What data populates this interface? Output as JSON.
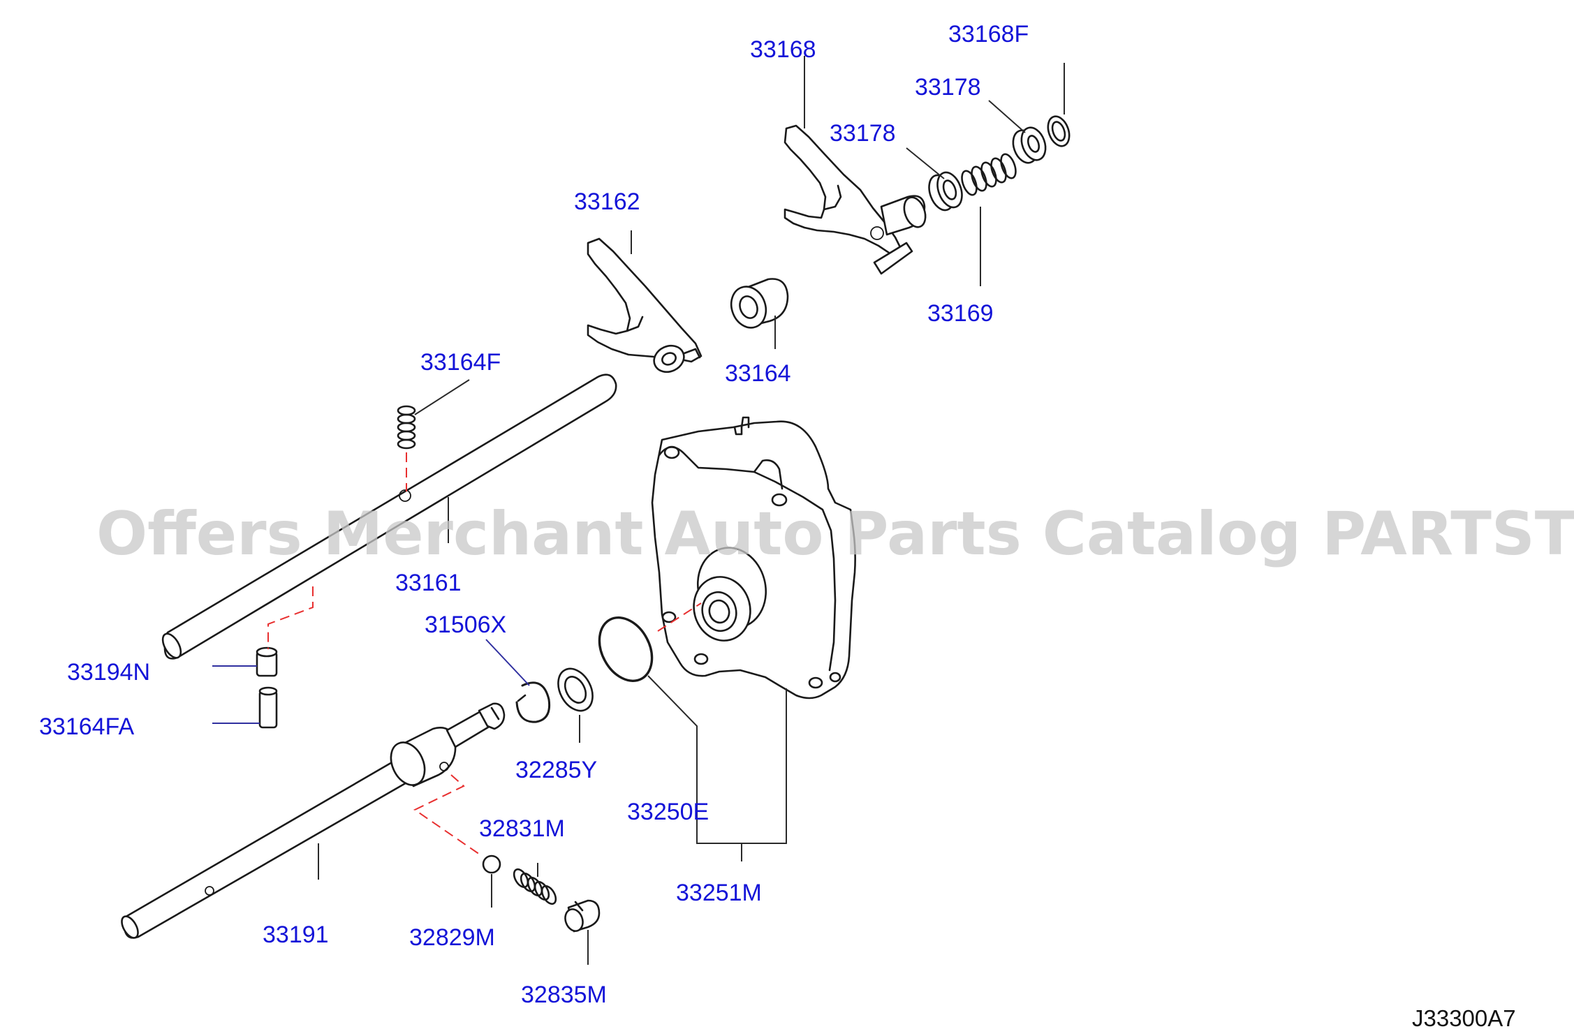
{
  "watermark": "Offers Merchant Auto Parts Catalog PARTSTORE.SA",
  "diagram_id": "J33300A7",
  "colors": {
    "callout": "#1414d8",
    "line": "#1a1a1a",
    "dash": "#e83030",
    "watermark": "#c8c8c8"
  },
  "labels": {
    "p33168": "33168",
    "p33168f": "33168F",
    "p33178_top": "33178",
    "p33178_mid": "33178",
    "p33162": "33162",
    "p33169": "33169",
    "p33164f": "33164F",
    "p33164": "33164",
    "p33161": "33161",
    "p31506x": "31506X",
    "p33194n": "33194N",
    "p33164fa": "33164FA",
    "p32285y": "32285Y",
    "p33250e": "33250E",
    "p32831m": "32831M",
    "p33251m": "33251M",
    "p33191": "33191",
    "p32829m": "32829M",
    "p32835m": "32835M"
  }
}
